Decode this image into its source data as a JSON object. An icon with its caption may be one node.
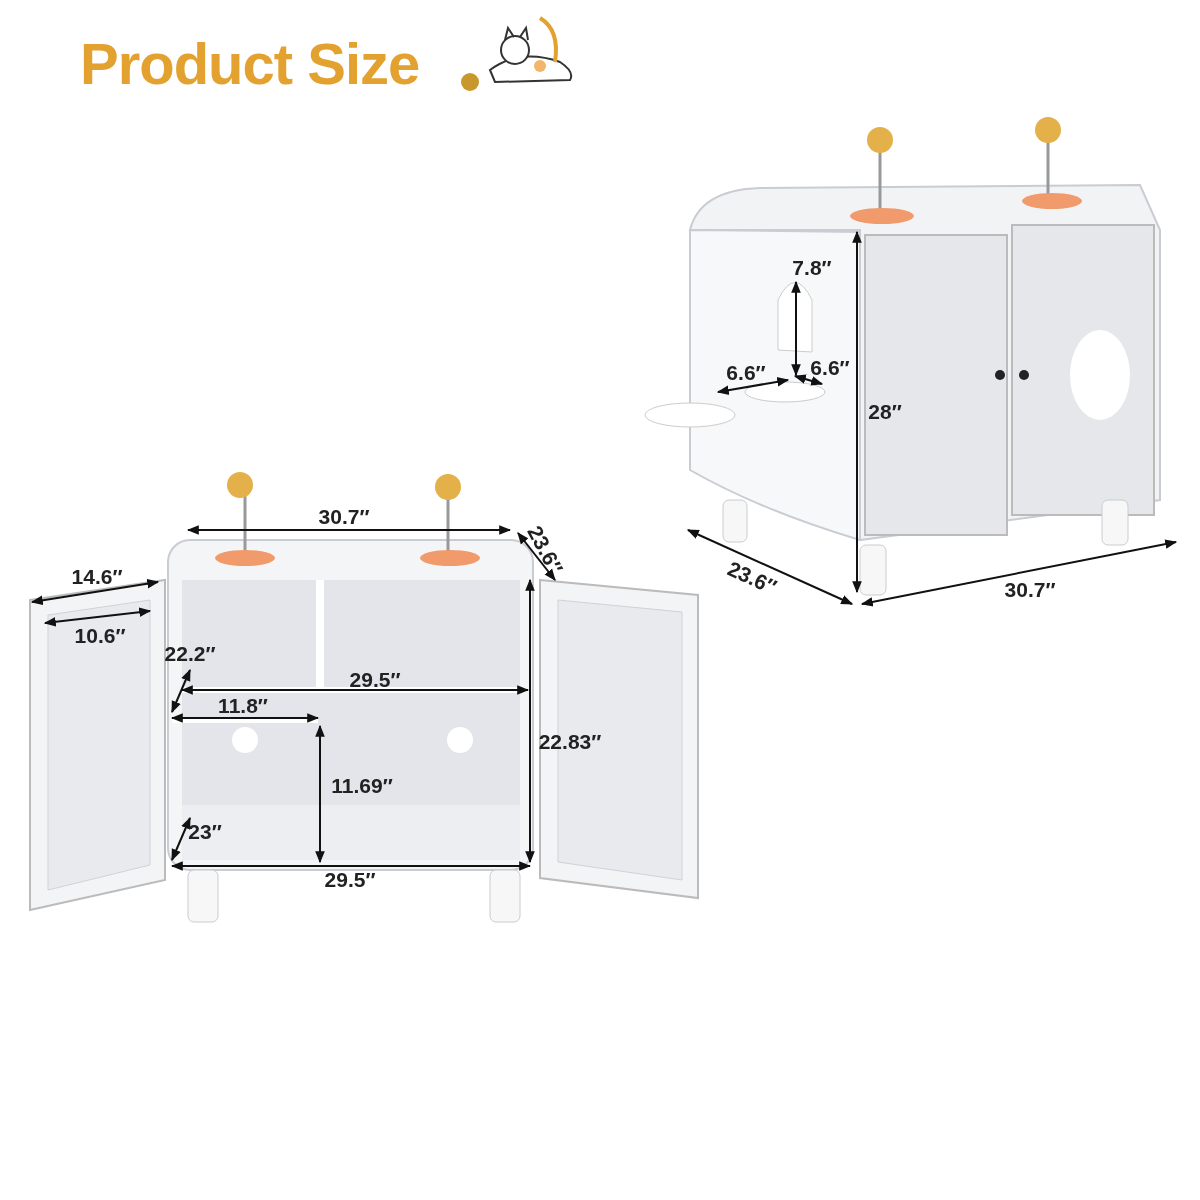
{
  "diagram": {
    "title": "Product Size",
    "labels": [
      "7.8″",
      "6.6″",
      "6.6″",
      "28″",
      "30.7″",
      "23.6″",
      "23.6″",
      "14.6″",
      "30.7″",
      "10.6″",
      "22.2″",
      "29.5″",
      "11.8″",
      "22.83″",
      "11.69″",
      "23″",
      "29.5″"
    ]
  }
}
